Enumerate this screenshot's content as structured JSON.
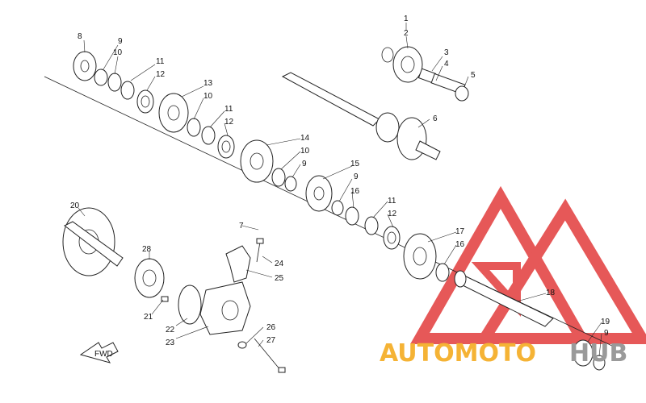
{
  "brand": {
    "name_part1": "AUTOMOTO",
    "name_part2": "HUB",
    "colors": {
      "triangle": "#e23b3b",
      "text_orange": "#f5b335",
      "text_gray": "#9a9a9a"
    }
  },
  "fwd_arrow": {
    "label": "FWD"
  },
  "callouts": [
    "1",
    "2",
    "3",
    "4",
    "5",
    "6",
    "7",
    "8",
    "9",
    "10",
    "11",
    "12",
    "13",
    "10",
    "11",
    "12",
    "14",
    "10",
    "9",
    "15",
    "9",
    "16",
    "11",
    "12",
    "17",
    "16",
    "18",
    "19",
    "9",
    "20",
    "28",
    "21",
    "22",
    "23",
    "24",
    "25",
    "26",
    "27"
  ]
}
